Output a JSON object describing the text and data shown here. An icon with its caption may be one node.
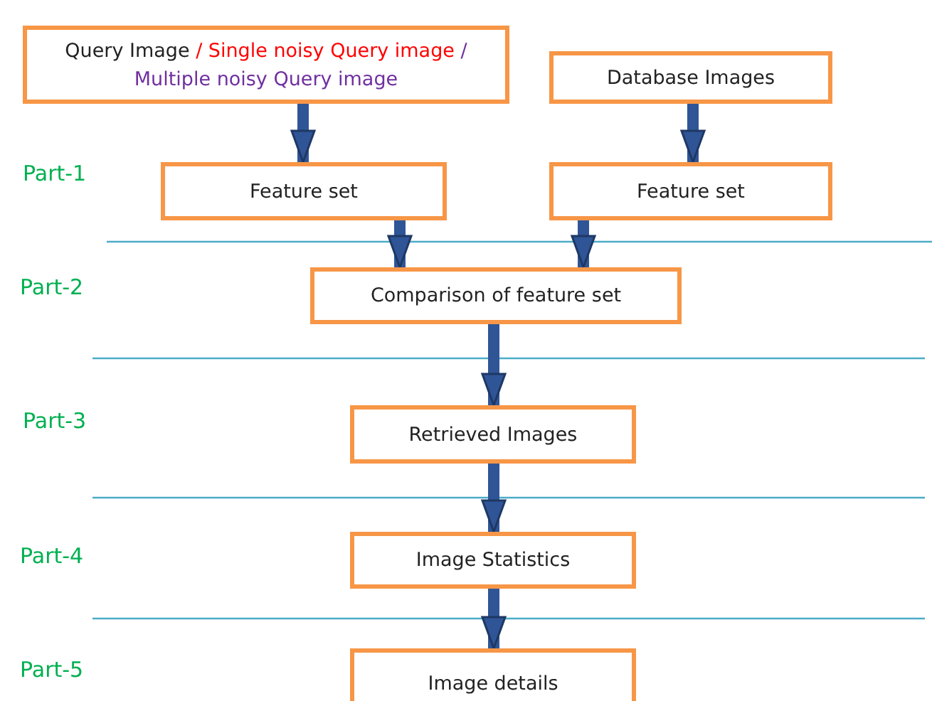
{
  "diagram": {
    "nodes": [
      {
        "text": [
          "Query Image / Single noisy Query image / Multiple noisy Query image"
        ]
      },
      {
        "text": [
          "Database Images"
        ]
      },
      {
        "text": [
          "Feature set"
        ]
      },
      {
        "text": [
          "Feature set"
        ]
      },
      {
        "text": [
          "Comparison of feature set"
        ]
      },
      {
        "text": [
          "Retrieved Images"
        ]
      },
      {
        "text": [
          "Image Statistics"
        ]
      },
      {
        "text": [
          "Image details"
        ]
      }
    ],
    "edges": [
      {
        "from": 0,
        "to": 2,
        "arrow": "to"
      },
      {
        "from": 1,
        "to": 3,
        "arrow": "to"
      },
      {
        "from": 2,
        "to": 4,
        "arrow": "to"
      },
      {
        "from": 3,
        "to": 4,
        "arrow": "to"
      },
      {
        "from": 4,
        "to": 5,
        "arrow": "to"
      },
      {
        "from": 5,
        "to": 6,
        "arrow": "to"
      },
      {
        "from": 6,
        "to": 7,
        "arrow": "to"
      }
    ],
    "labels": [
      "Part-1",
      "Part-2",
      "Part-3",
      "Part-4",
      "Part-5"
    ]
  }
}
